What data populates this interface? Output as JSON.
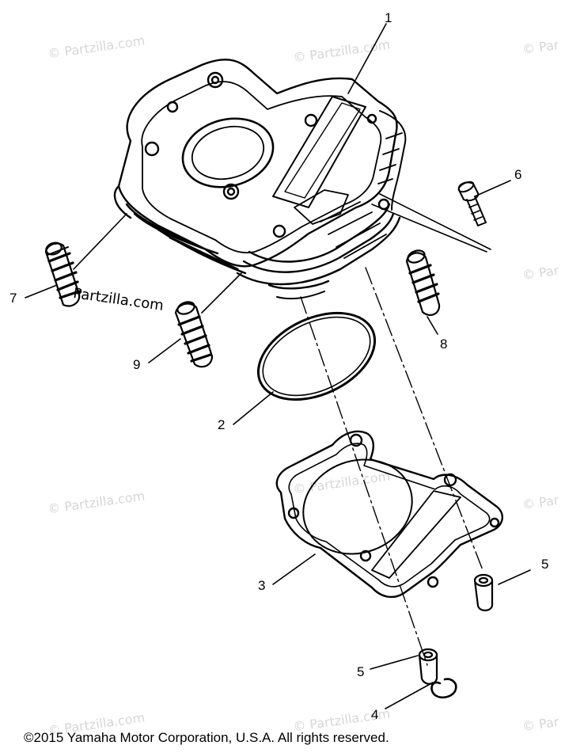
{
  "watermark": "© Partzilla.com",
  "watermark_short": "© Par",
  "watermark_crisp": "Partzilla.com",
  "callouts": {
    "c1": "1",
    "c2": "2",
    "c3": "3",
    "c4": "4",
    "c5a": "5",
    "c5b": "5",
    "c6": "6",
    "c7": "7",
    "c8": "8",
    "c9": "9"
  },
  "copyright": "©2015  Yamaha Motor Corporation, U.S.A. All rights reserved.",
  "colors": {
    "line": "#000000",
    "watermark": "#d6d6d6"
  }
}
